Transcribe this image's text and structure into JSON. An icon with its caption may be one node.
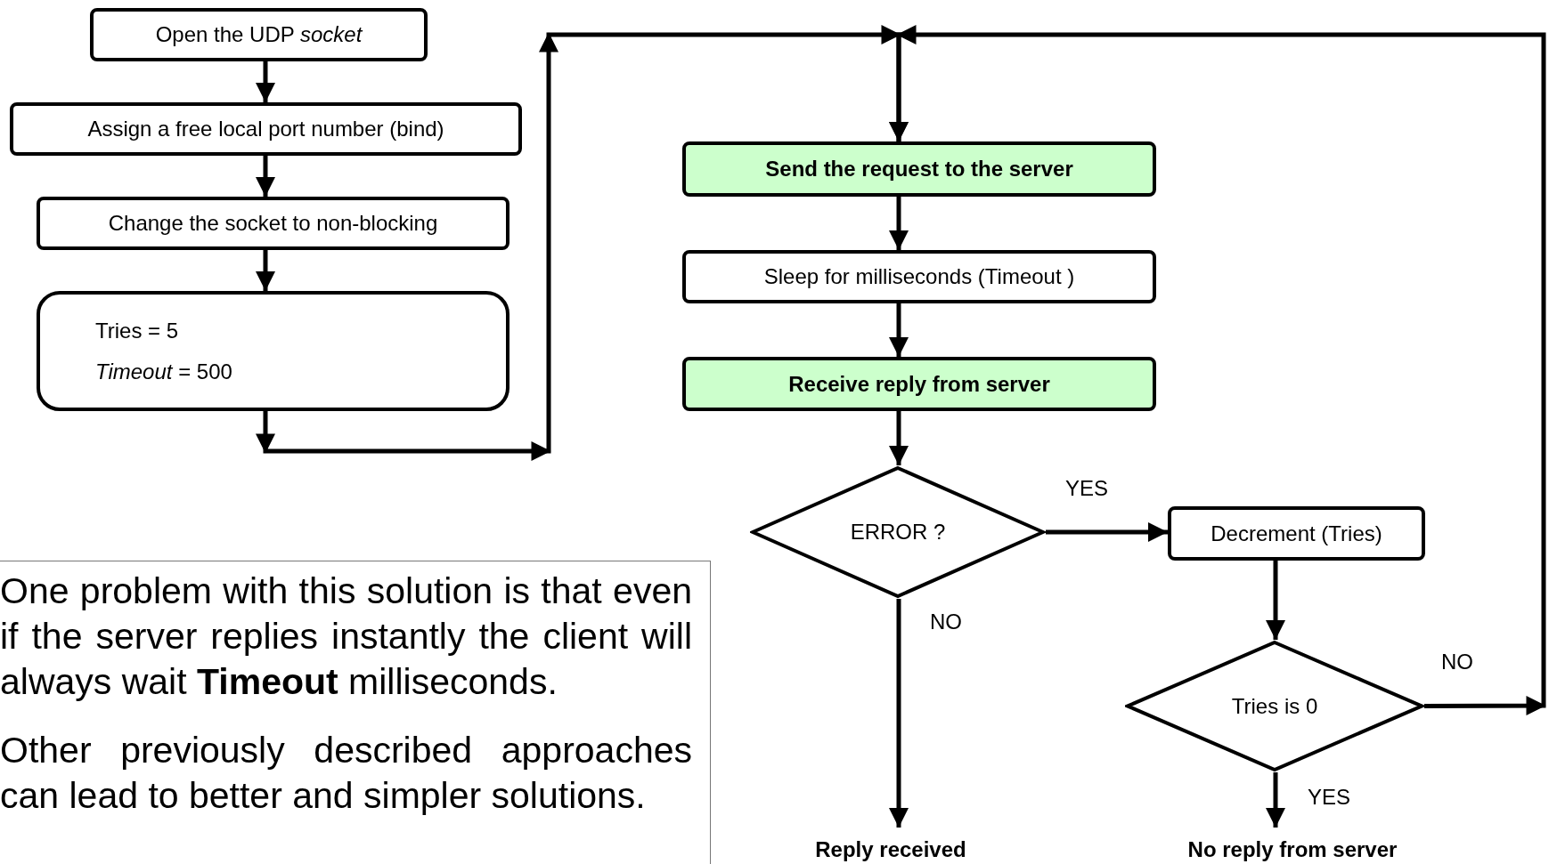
{
  "diagram": {
    "nodes": [
      {
        "text": [
          "Open the UDP *socket*"
        ]
      },
      {
        "text": [
          "Assign a free local port number (bind)"
        ]
      },
      {
        "text": [
          "Change the socket to non-blocking"
        ]
      },
      {
        "text": [
          "Tries = 5",
          "*Timeout* = 500"
        ]
      },
      {
        "text": [
          "Send the request to the server"
        ]
      },
      {
        "text": [
          "Sleep for milliseconds (Timeout )"
        ]
      },
      {
        "text": [
          "Receive reply from server"
        ]
      },
      {
        "text": [
          "ERROR ?"
        ]
      },
      {
        "text": [
          "Decrement (Tries)"
        ]
      },
      {
        "text": [
          "Tries is 0"
        ]
      },
      {
        "text": [
          "Reply received"
        ]
      },
      {
        "text": [
          "No reply from server"
        ]
      },
      {
        "text": [
          "One problem with this solution is that even if the server replies instantly the client will always wait **Timeout** milliseconds.",
          "Other previously described approaches can lead to better and simpler solutions."
        ]
      }
    ],
    "edges": [
      {
        "from": 0,
        "to": 1,
        "arrow": "to"
      },
      {
        "from": 1,
        "to": 2,
        "arrow": "to"
      },
      {
        "from": 2,
        "to": 3,
        "arrow": "to"
      },
      {
        "from": 3,
        "to": 4,
        "arrow": "to"
      },
      {
        "from": 4,
        "to": 5,
        "arrow": "to"
      },
      {
        "from": 5,
        "to": 6,
        "arrow": "to"
      },
      {
        "from": 6,
        "to": 7,
        "arrow": "to"
      },
      {
        "from": 7,
        "to": 8,
        "arrow": "to",
        "label": "YES"
      },
      {
        "from": 7,
        "to": 10,
        "arrow": "to",
        "label": "NO"
      },
      {
        "from": 8,
        "to": 9,
        "arrow": "to"
      },
      {
        "from": 9,
        "to": 11,
        "arrow": "to",
        "label": "YES"
      },
      {
        "from": 9,
        "to": 4,
        "arrow": "to",
        "label": "NO"
      }
    ]
  }
}
